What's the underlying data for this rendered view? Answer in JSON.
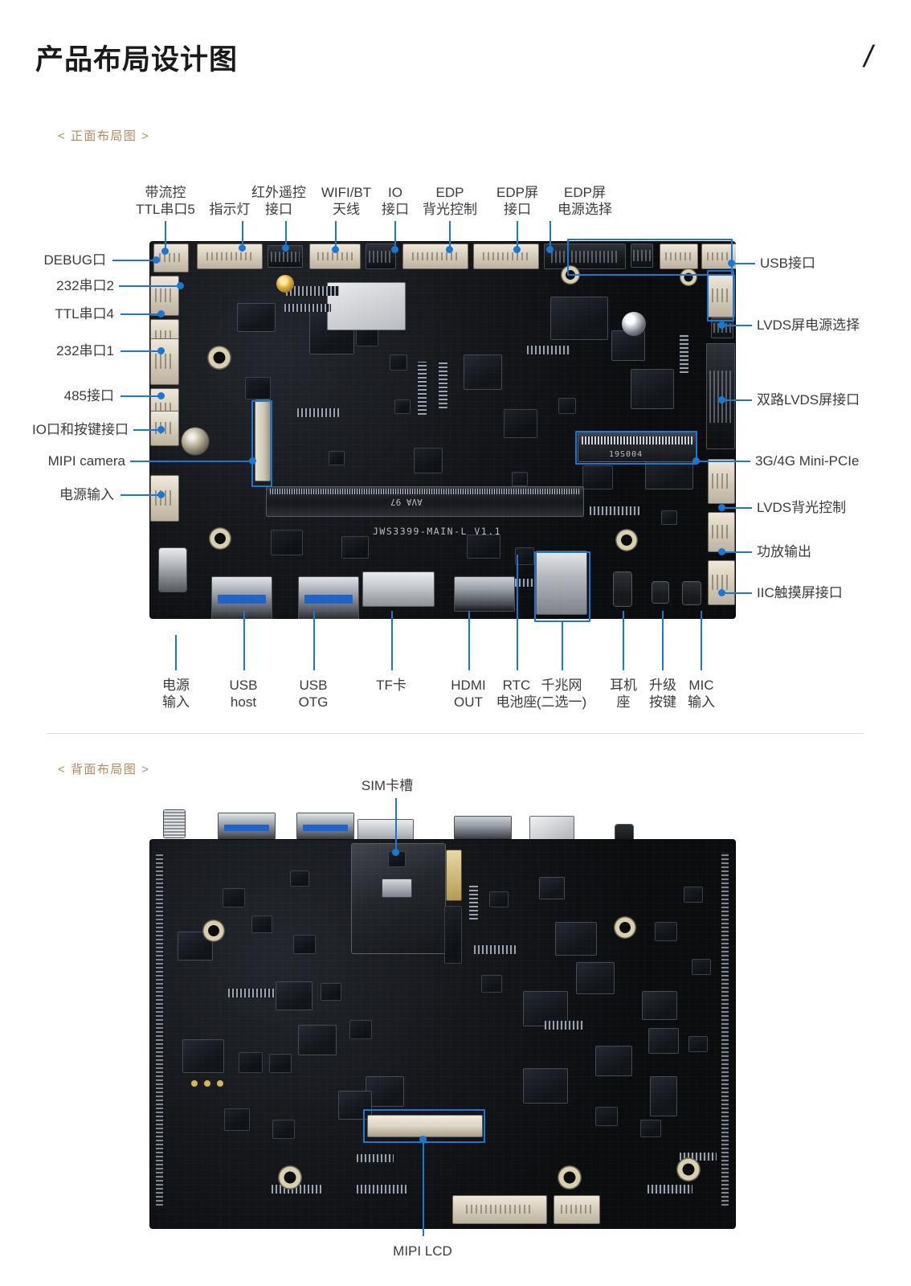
{
  "header": {
    "title": "产品布局设计图",
    "slash": "/"
  },
  "sections": {
    "front_label": "< 正面布局图 >",
    "back_label": "< 背面布局图 >"
  },
  "board": {
    "silk_model": "JWS3399-MAIN-L  V1.1",
    "silk_ddr": "AVA 97",
    "silk_pcie": "19S004"
  },
  "front": {
    "top_callouts": [
      {
        "lines": [
          "带流控",
          "TTL串口5"
        ]
      },
      {
        "lines": [
          "指示灯"
        ]
      },
      {
        "lines": [
          "红外遥控",
          "接口"
        ]
      },
      {
        "lines": [
          "WIFI/BT",
          "天线"
        ]
      },
      {
        "lines": [
          "IO",
          "接口"
        ]
      },
      {
        "lines": [
          "EDP",
          "背光控制"
        ]
      },
      {
        "lines": [
          "EDP屏",
          "接口"
        ]
      },
      {
        "lines": [
          "EDP屏",
          "电源选择"
        ]
      }
    ],
    "left_callouts": [
      {
        "label": "DEBUG口"
      },
      {
        "label": "232串口2"
      },
      {
        "label": "TTL串口4"
      },
      {
        "label": "232串口1"
      },
      {
        "label": "485接口"
      },
      {
        "label": "IO口和按键接口"
      },
      {
        "label": "MIPI camera"
      },
      {
        "label": "电源输入"
      }
    ],
    "right_callouts": [
      {
        "label": "USB接口"
      },
      {
        "label": "LVDS屏电源选择"
      },
      {
        "label": "双路LVDS屏接口"
      },
      {
        "label": "3G/4G Mini-PCIe"
      },
      {
        "label": "LVDS背光控制"
      },
      {
        "label": "功放输出"
      },
      {
        "label": "IIC触摸屏接口"
      }
    ],
    "bottom_callouts": [
      {
        "lines": [
          "电源",
          "输入"
        ]
      },
      {
        "lines": [
          "USB",
          "host"
        ]
      },
      {
        "lines": [
          "USB",
          "OTG"
        ]
      },
      {
        "lines": [
          "TF卡"
        ]
      },
      {
        "lines": [
          "HDMI",
          "OUT"
        ]
      },
      {
        "lines": [
          "RTC",
          "电池座"
        ]
      },
      {
        "lines": [
          "千兆网",
          "(二选一)"
        ]
      },
      {
        "lines": [
          "耳机",
          "座"
        ]
      },
      {
        "lines": [
          "升级",
          "按键"
        ]
      },
      {
        "lines": [
          "MIC",
          "输入"
        ]
      }
    ]
  },
  "back": {
    "top_callout": {
      "label": "SIM卡槽"
    },
    "bottom_callout": {
      "label": "MIPI LCD"
    }
  },
  "colors": {
    "accent_blue": "#1878d4",
    "section_tan": "#b9895c",
    "text_dark": "#3b3b3b",
    "title_black": "#1a1a1a"
  }
}
